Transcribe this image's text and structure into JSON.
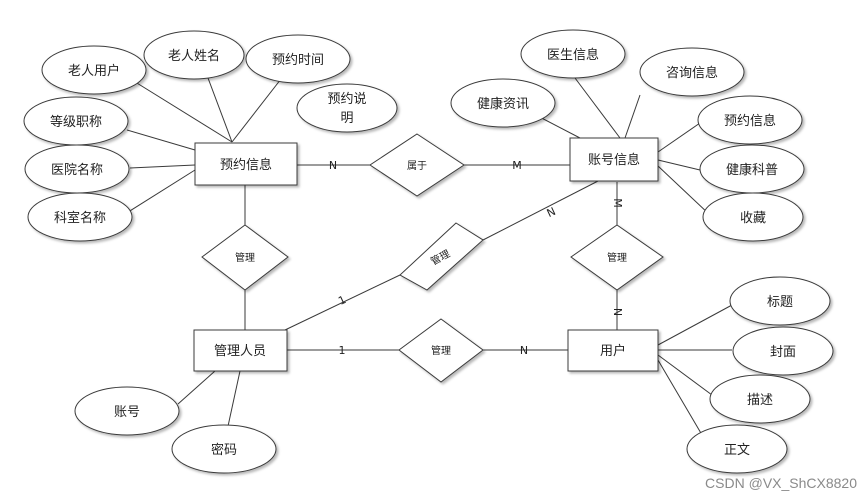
{
  "entities": {
    "appointment": "预约信息",
    "account": "账号信息",
    "admin": "管理人员",
    "user": "用户"
  },
  "relationships": {
    "belongs": "属于",
    "manage_appointment": "管理",
    "manage_account": "管理",
    "manage_account_side": "管理",
    "manage_user": "管理"
  },
  "attributes": {
    "elder_user": "老人用户",
    "elder_name": "老人姓名",
    "appt_time": "预约时间",
    "appt_desc_1": "预约说",
    "appt_desc_2": "明",
    "level_title": "等级职称",
    "hospital": "医院名称",
    "department": "科室名称",
    "doctor_info": "医生信息",
    "consult_info": "咨询信息",
    "health_news": "健康资讯",
    "appt_info": "预约信息",
    "health_science": "健康科普",
    "favorite": "收藏",
    "title": "标题",
    "cover": "封面",
    "description": "描述",
    "body": "正文",
    "admin_account": "账号",
    "admin_password": "密码"
  },
  "cardinalities": {
    "appt_belongs": "N",
    "belongs_account": "M",
    "account_manage": "M",
    "manage_user_top": "N",
    "admin_manage_account": "1",
    "manage_account_n": "N",
    "admin_manage_user": "1",
    "manage_user_n": "N"
  },
  "watermark": "CSDN @VX_ShCX8820"
}
